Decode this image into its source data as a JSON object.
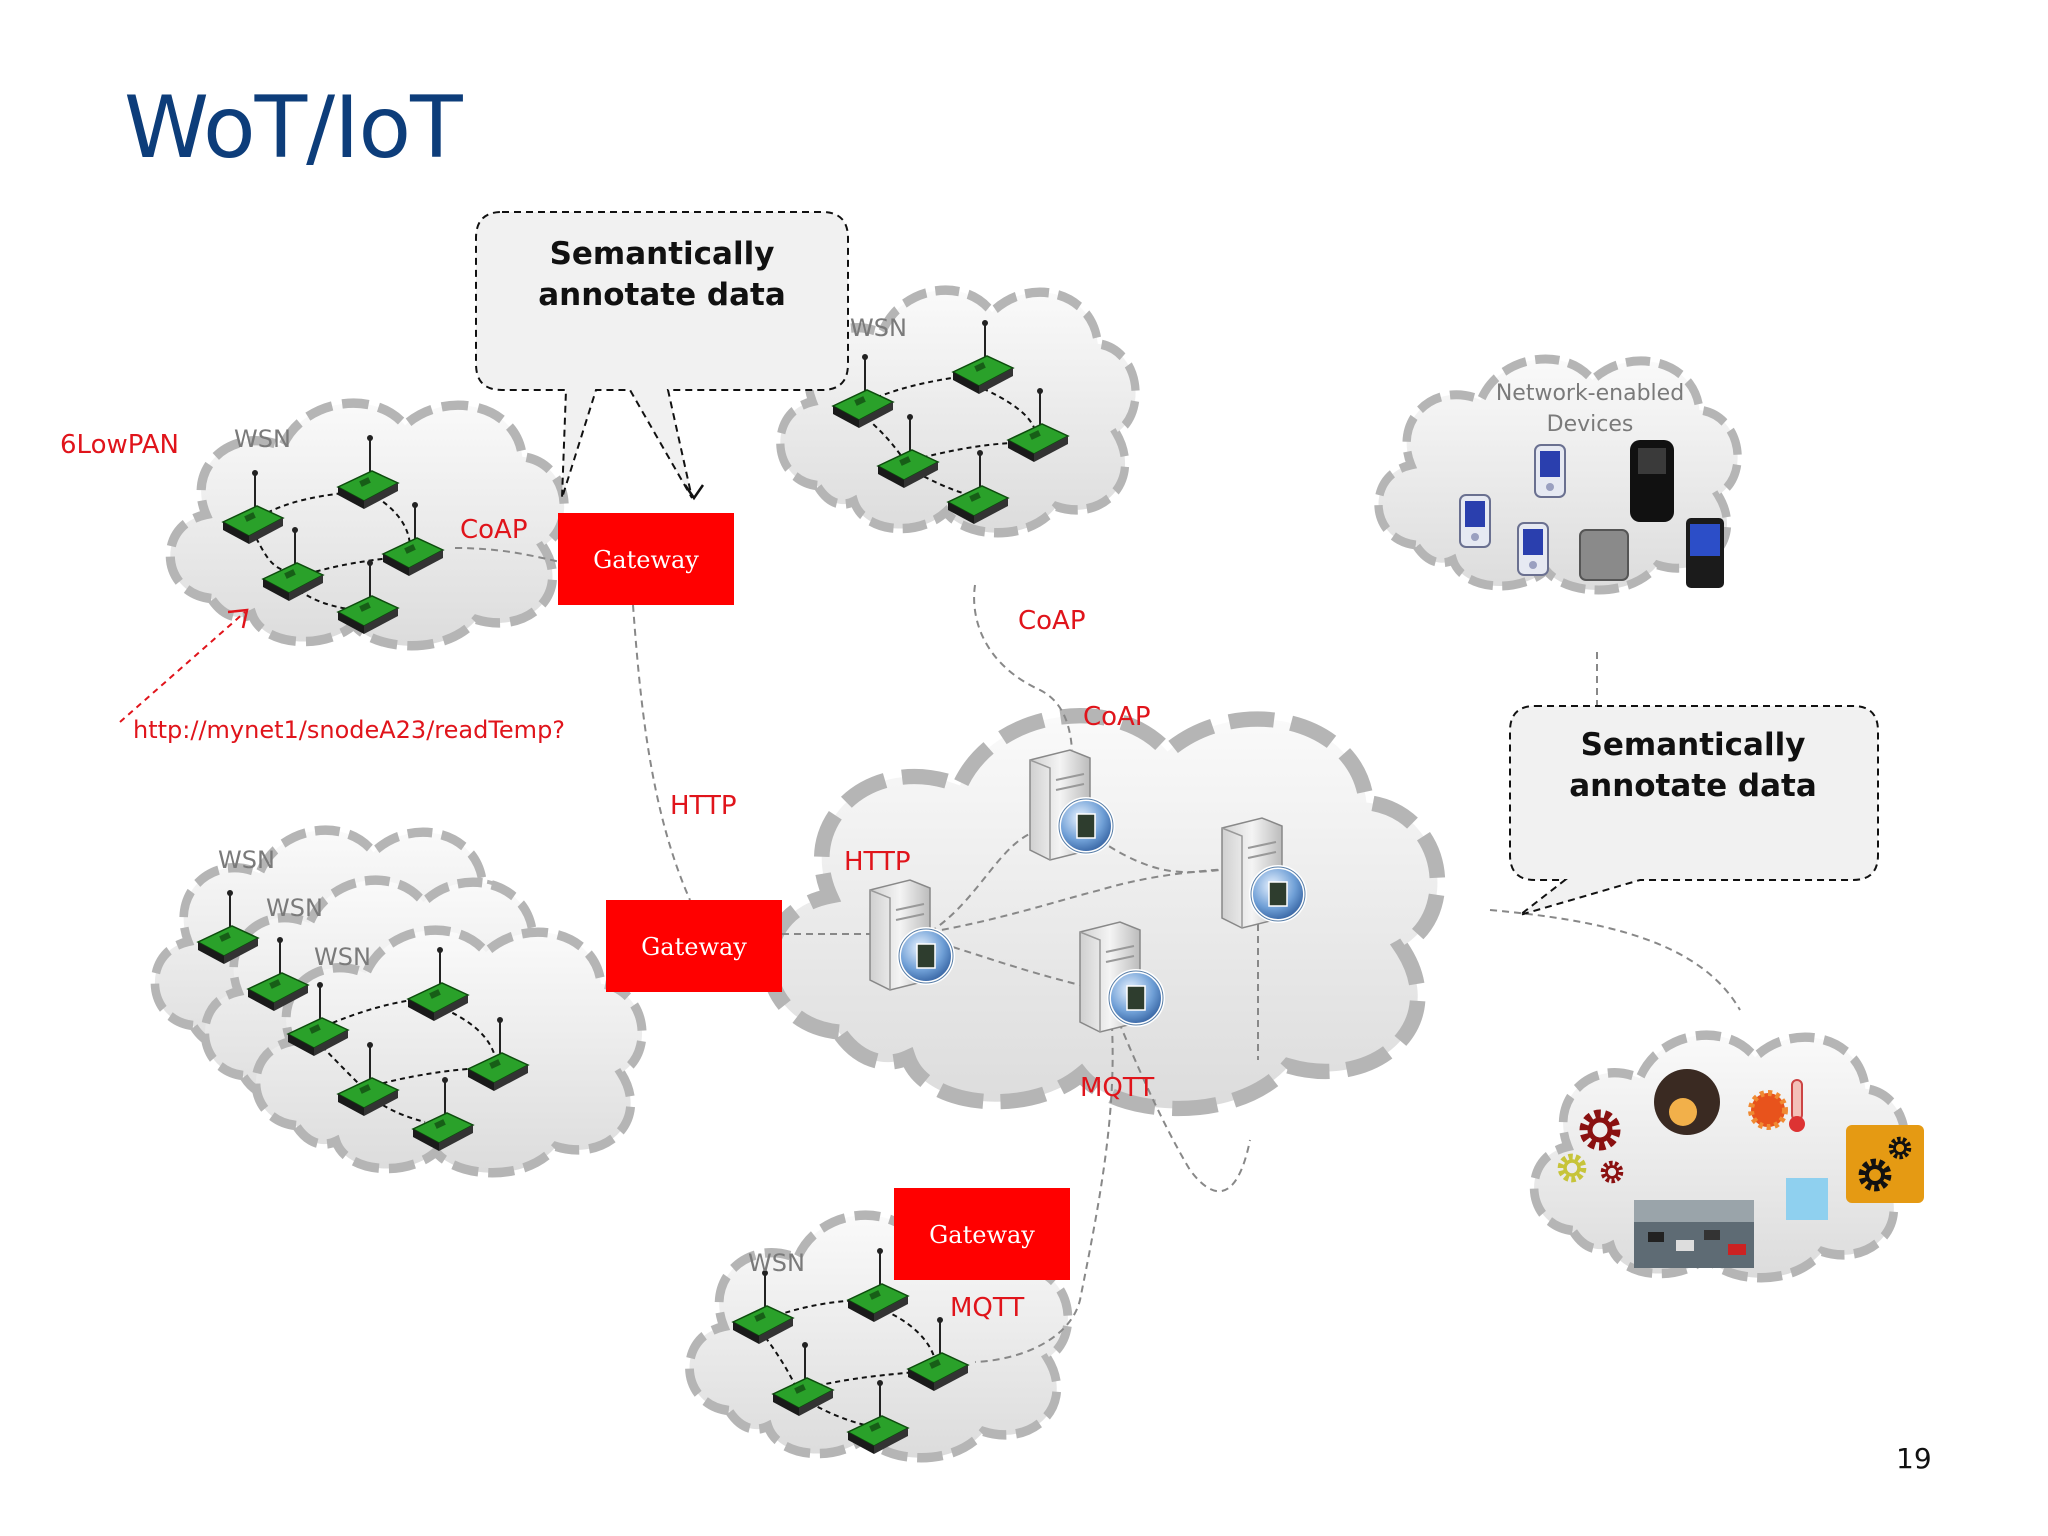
{
  "slide": {
    "title": "WoT/IoT",
    "page_number": "19"
  },
  "labels": {
    "wsn": "WSN",
    "gateway": "Gateway",
    "coap": "CoAP",
    "http": "HTTP",
    "mqtt": "MQTT",
    "sixlowpan": "6LowPAN",
    "url": "http://mynet1/snodeA23/readTemp?",
    "devices_line1": "Network-enabled",
    "devices_line2": "Devices",
    "callout_line1": "Semantically",
    "callout_line2": "annotate data"
  },
  "colors": {
    "title": "#0d3d7a",
    "gateway": "#ff0000",
    "protocol_text": "#e0141b",
    "cloud_fill": "#eeeeee",
    "cloud_border": "#b5b5b5",
    "sensor": "#2aa12a"
  },
  "icons": [
    "sensor-node-icon",
    "server-icon",
    "globe-icon",
    "mobile-device-icon",
    "gear-icon",
    "weather-icon",
    "traffic-photo-icon"
  ]
}
